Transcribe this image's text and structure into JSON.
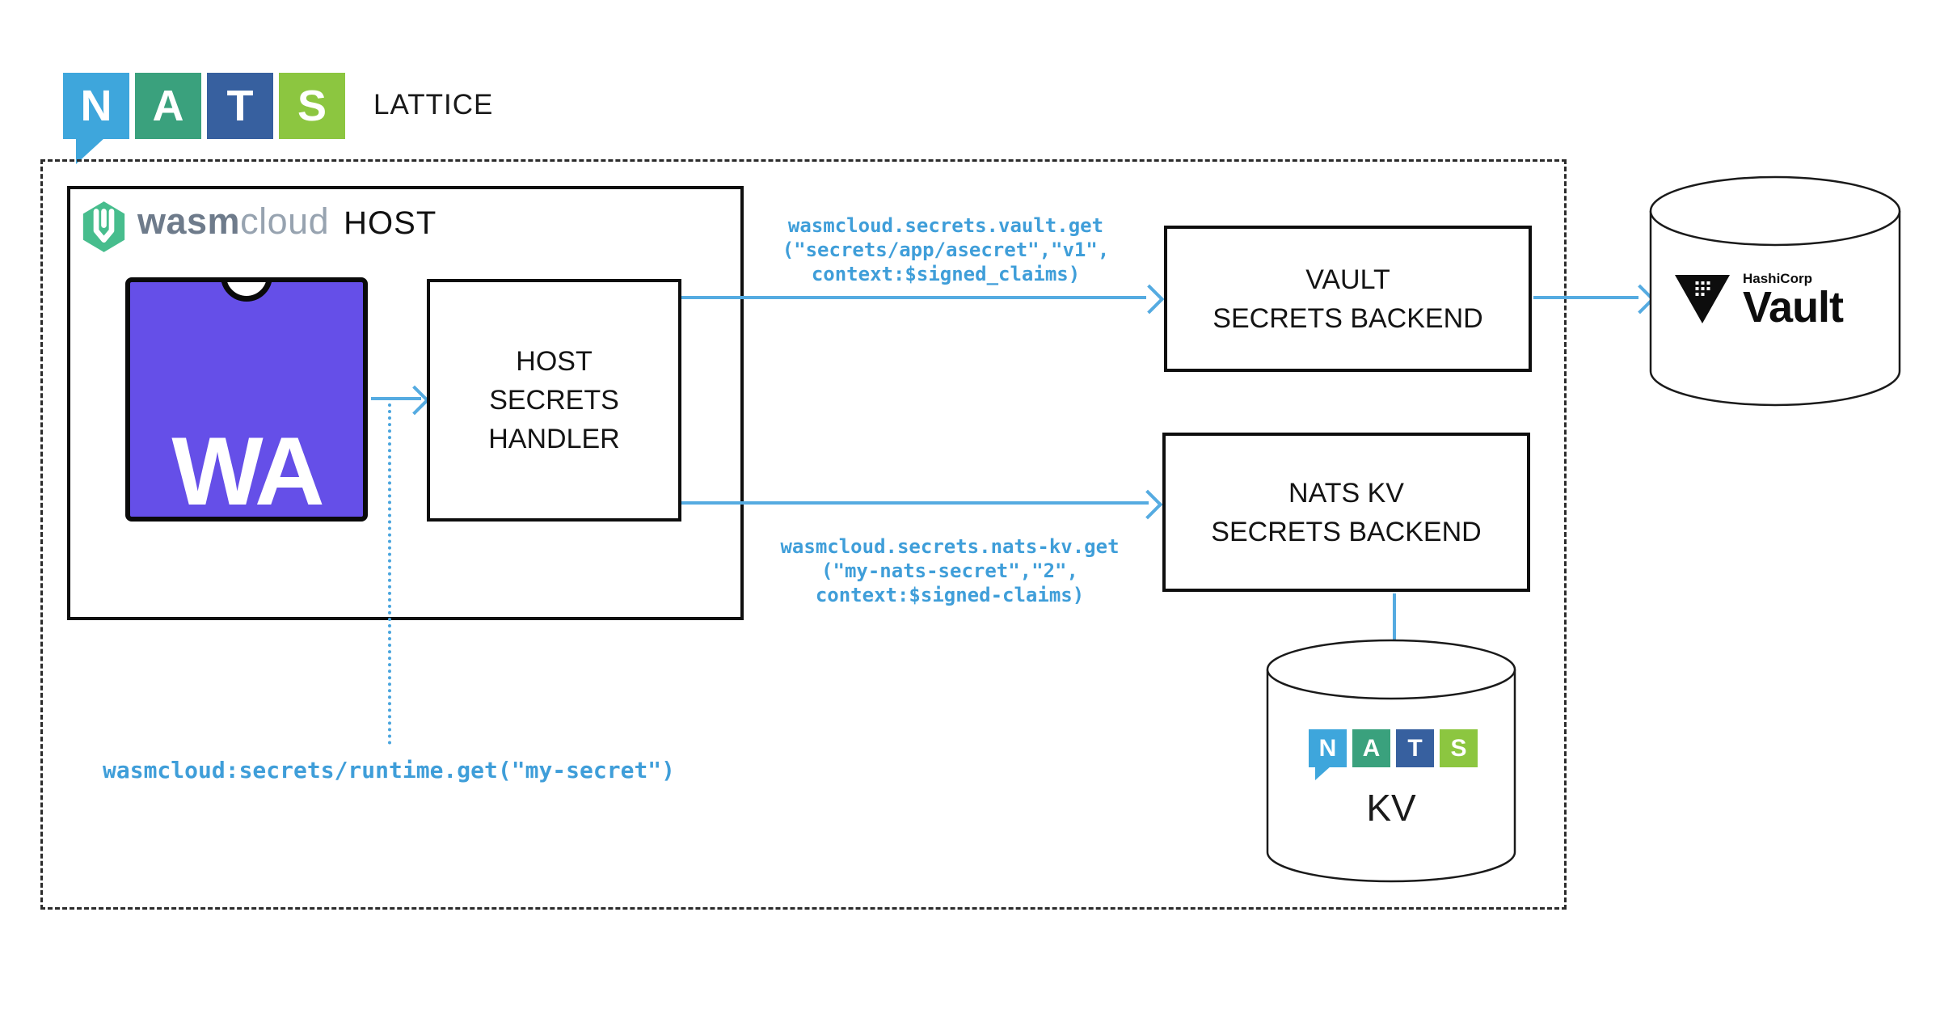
{
  "header": {
    "nats_logo": {
      "letters": [
        "N",
        "A",
        "T",
        "S"
      ]
    },
    "label": "LATTICE"
  },
  "host": {
    "brand": {
      "wasm": "wasm",
      "cloud": "cloud",
      "suffix": "HOST"
    },
    "wa_logo": "WA",
    "handler_lines": [
      "HOST",
      "SECRETS",
      "HANDLER"
    ]
  },
  "calls": {
    "vault": [
      "wasmcloud.secrets.vault.get",
      "(\"secrets/app/asecret\",\"v1\",",
      "context:$signed_claims)"
    ],
    "nats_kv": [
      "wasmcloud.secrets.nats-kv.get",
      "(\"my-nats-secret\",\"2\",",
      "context:$signed-claims)"
    ],
    "runtime": "wasmcloud:secrets/runtime.get(\"my-secret\")"
  },
  "backends": {
    "vault": [
      "VAULT",
      "SECRETS BACKEND"
    ],
    "nats_kv": [
      "NATS KV",
      "SECRETS BACKEND"
    ]
  },
  "external": {
    "hashicorp_vault": {
      "brand": "HashiCorp",
      "product": "Vault"
    },
    "nats_kv_bucket": {
      "logo_letters": [
        "N",
        "A",
        "T",
        "S"
      ],
      "label": "KV"
    }
  },
  "colors": {
    "arrow_blue": "#55abe1",
    "code_blue": "#3f9ed9",
    "nats_n_blue": "#3ea6dc",
    "nats_a_green": "#3aa17d",
    "nats_t_navy": "#37609f",
    "nats_s_lime": "#8cc640",
    "wasm_purple": "#654fe8",
    "wasmcloud_green": "#47bd8d"
  }
}
